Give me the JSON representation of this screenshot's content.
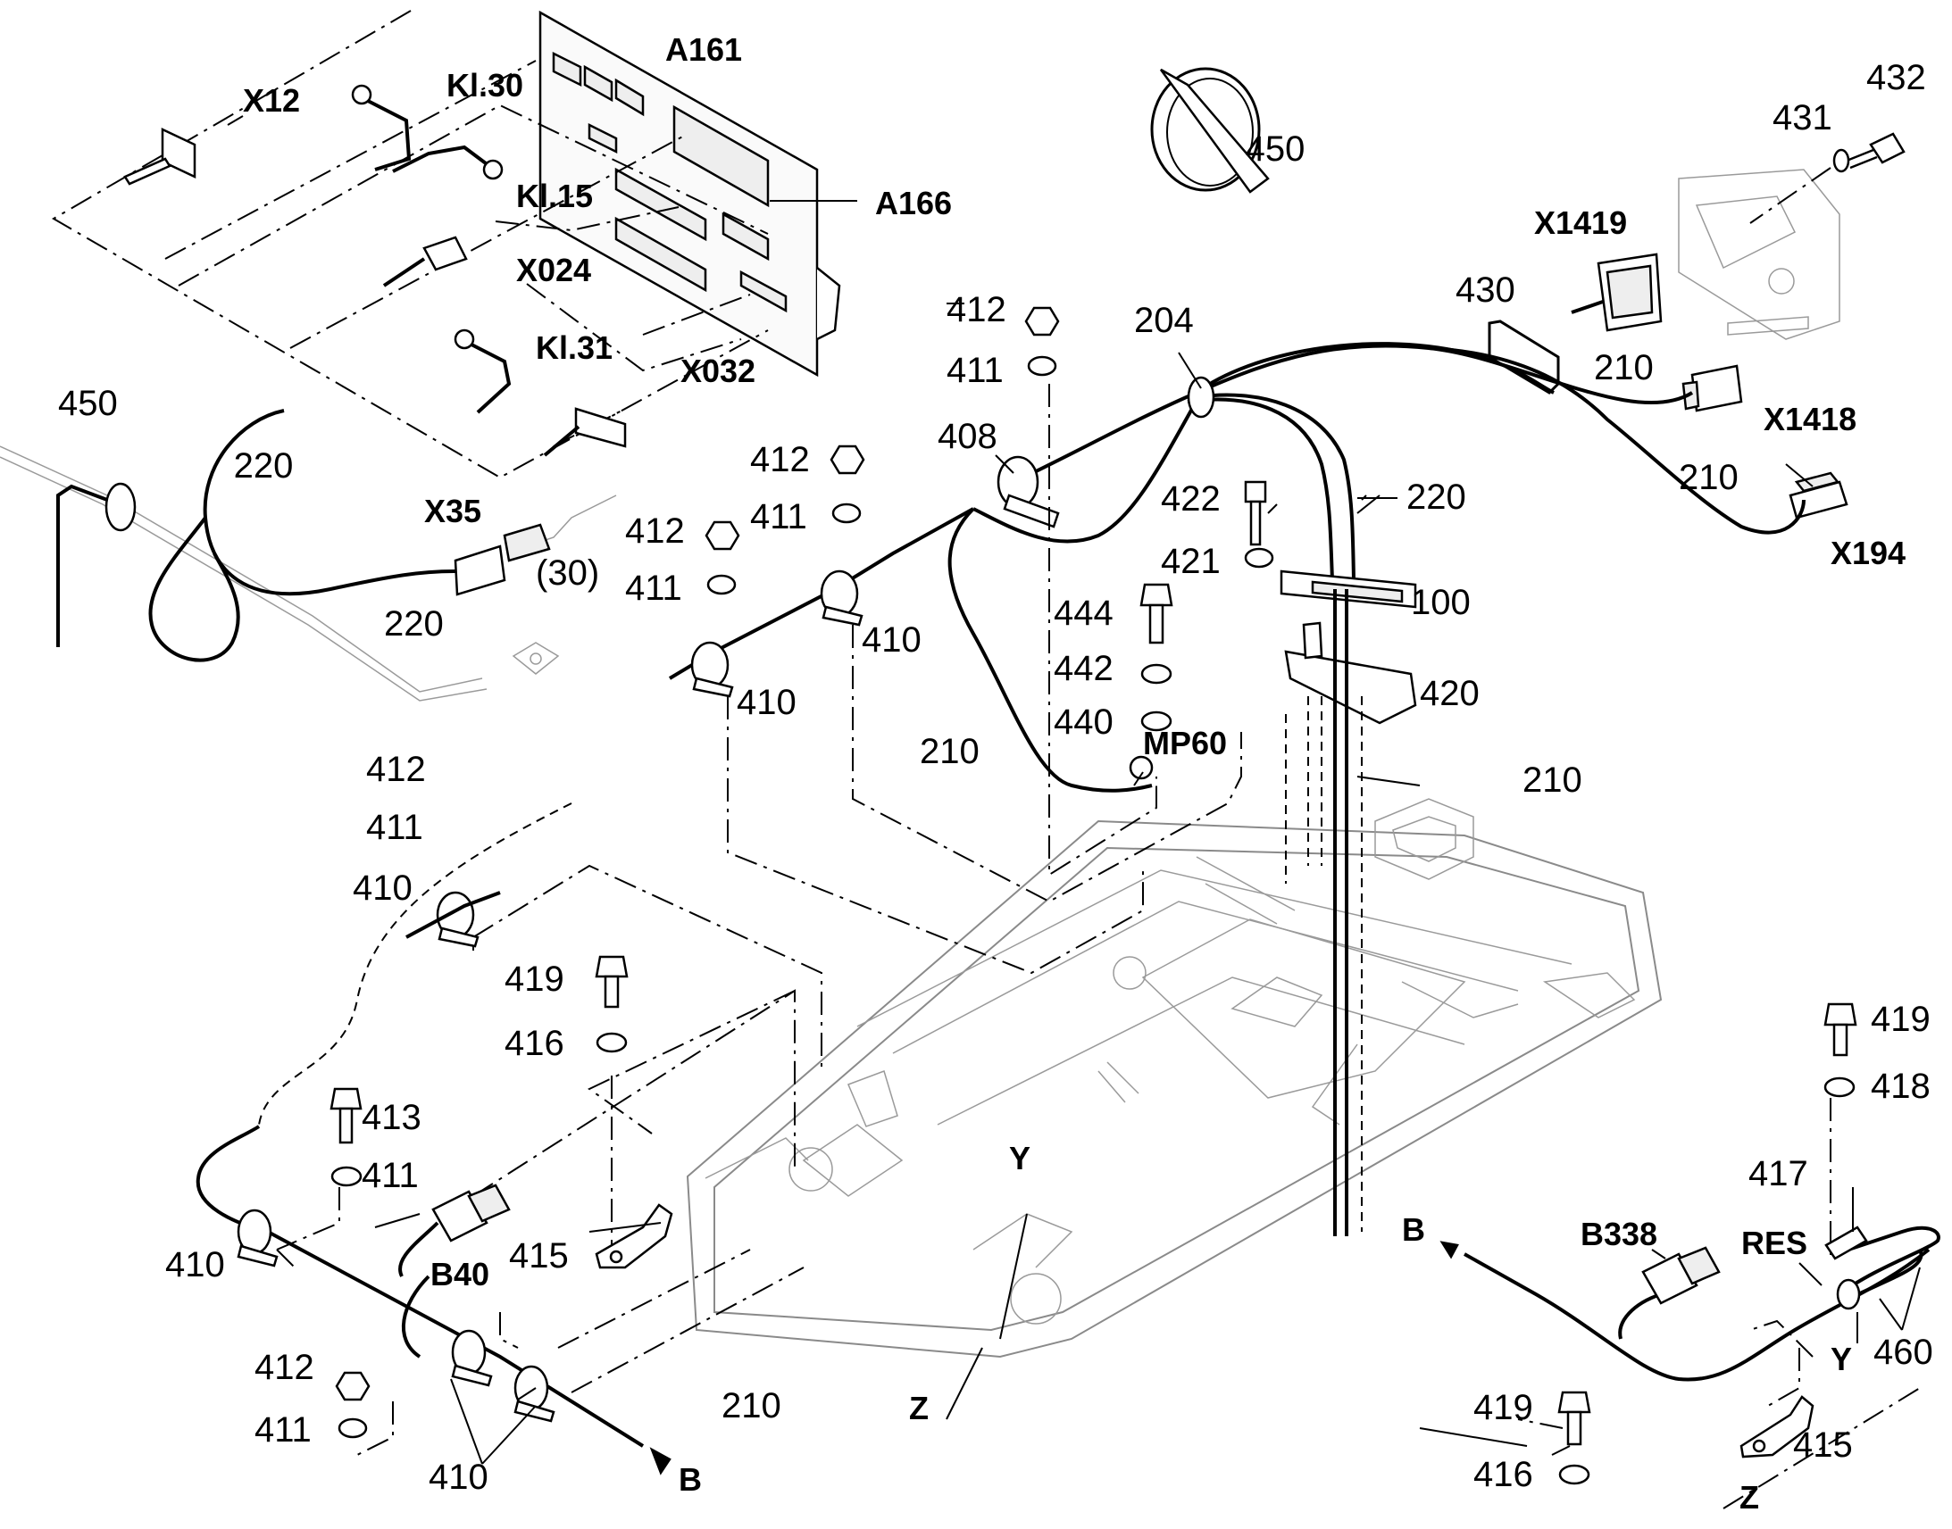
{
  "diagram": {
    "labels": [
      {
        "text": "A161",
        "bold": true
      },
      {
        "text": "X12",
        "bold": true
      },
      {
        "text": "Kl.30",
        "bold": true
      },
      {
        "text": "Kl.15",
        "bold": true
      },
      {
        "text": "A166",
        "bold": true
      },
      {
        "text": "X024",
        "bold": true
      },
      {
        "text": "Kl.31",
        "bold": true
      },
      {
        "text": "X032",
        "bold": true
      },
      {
        "text": "450",
        "bold": false
      },
      {
        "text": "220",
        "bold": false
      },
      {
        "text": "X35",
        "bold": true
      },
      {
        "text": "(30)",
        "bold": false
      },
      {
        "text": "220",
        "bold": false
      },
      {
        "text": "450",
        "bold": false
      },
      {
        "text": "432",
        "bold": false
      },
      {
        "text": "431",
        "bold": false
      },
      {
        "text": "X1419",
        "bold": true
      },
      {
        "text": "430",
        "bold": false
      },
      {
        "text": "210",
        "bold": false
      },
      {
        "text": "X1418",
        "bold": true
      },
      {
        "text": "210",
        "bold": false
      },
      {
        "text": "X194",
        "bold": true
      },
      {
        "text": "412",
        "bold": false
      },
      {
        "text": "411",
        "bold": false
      },
      {
        "text": "204",
        "bold": false
      },
      {
        "text": "408",
        "bold": false
      },
      {
        "text": "412",
        "bold": false
      },
      {
        "text": "411",
        "bold": false
      },
      {
        "text": "412",
        "bold": false
      },
      {
        "text": "411",
        "bold": false
      },
      {
        "text": "422",
        "bold": false
      },
      {
        "text": "220",
        "bold": false
      },
      {
        "text": "421",
        "bold": false
      },
      {
        "text": "100",
        "bold": false
      },
      {
        "text": "444",
        "bold": false
      },
      {
        "text": "442",
        "bold": false
      },
      {
        "text": "440",
        "bold": false
      },
      {
        "text": "410",
        "bold": false
      },
      {
        "text": "410",
        "bold": false
      },
      {
        "text": "420",
        "bold": false
      },
      {
        "text": "MP60",
        "bold": true
      },
      {
        "text": "210",
        "bold": false
      },
      {
        "text": "210",
        "bold": false
      },
      {
        "text": "412",
        "bold": false
      },
      {
        "text": "411",
        "bold": false
      },
      {
        "text": "410",
        "bold": false
      },
      {
        "text": "419",
        "bold": false
      },
      {
        "text": "416",
        "bold": false
      },
      {
        "text": "413",
        "bold": false
      },
      {
        "text": "411",
        "bold": false
      },
      {
        "text": "410",
        "bold": false
      },
      {
        "text": "B40",
        "bold": true
      },
      {
        "text": "415",
        "bold": false
      },
      {
        "text": "Y",
        "bold": true
      },
      {
        "text": "412",
        "bold": false
      },
      {
        "text": "411",
        "bold": false
      },
      {
        "text": "410",
        "bold": false
      },
      {
        "text": "210",
        "bold": false
      },
      {
        "text": "B",
        "bold": true
      },
      {
        "text": "Z",
        "bold": true
      },
      {
        "text": "419",
        "bold": false
      },
      {
        "text": "418",
        "bold": false
      },
      {
        "text": "417",
        "bold": false
      },
      {
        "text": "B",
        "bold": true
      },
      {
        "text": "B338",
        "bold": true
      },
      {
        "text": "RES",
        "bold": true
      },
      {
        "text": "Y",
        "bold": true
      },
      {
        "text": "460",
        "bold": false
      },
      {
        "text": "419",
        "bold": false
      },
      {
        "text": "416",
        "bold": false
      },
      {
        "text": "415",
        "bold": false
      },
      {
        "text": "Z",
        "bold": true
      }
    ]
  }
}
